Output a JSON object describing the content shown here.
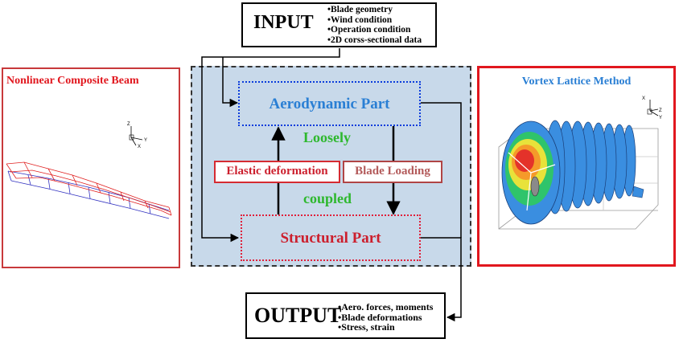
{
  "input": {
    "title": "INPUT",
    "items": [
      "•Blade geometry",
      "•Wind condition",
      "•Operation condition",
      "•2D corss-sectional data"
    ]
  },
  "output": {
    "title": "OUTPUT",
    "items": [
      "•Aero. forces, moments",
      "•Blade deformations",
      "•Stress, strain"
    ]
  },
  "coupling": {
    "aero_label": "Aerodynamic Part",
    "struct_label": "Structural Part",
    "loosely_label": "Loosely",
    "coupled_label": "coupled",
    "elastic_label": "Elastic deformation",
    "loading_label": "Blade Loading"
  },
  "left_panel": {
    "title": "Nonlinear Composite Beam",
    "axis_labels": {
      "z": "Z",
      "y": "Y",
      "x": "X"
    }
  },
  "right_panel": {
    "title": "Vortex Lattice Method",
    "axis_labels": {
      "z": "Z",
      "y": "Y",
      "x": "X"
    }
  },
  "colors": {
    "aero_text": "#2a7fd4",
    "struct_text": "#cc1f2d",
    "coupling_text": "#2eb82e",
    "panel_fill": "#c8d9ea",
    "beam_mesh_red": "#e02020",
    "beam_mesh_blue": "#3030c0"
  }
}
